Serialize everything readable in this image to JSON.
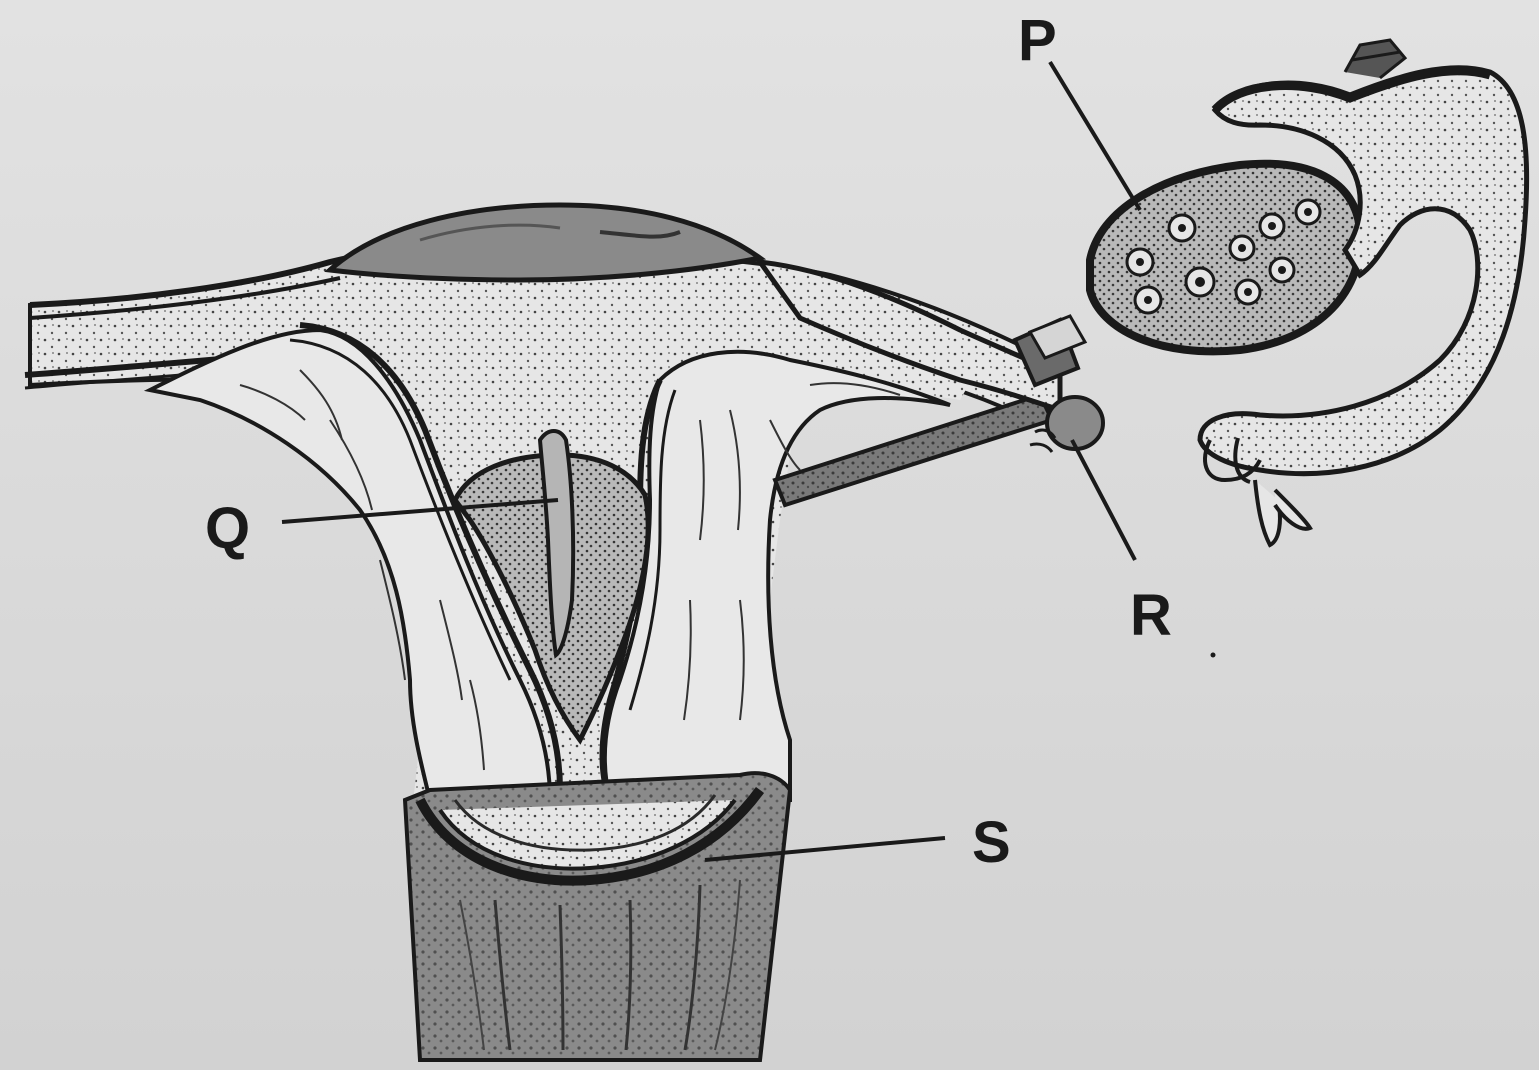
{
  "labels": {
    "p": "P",
    "q": "Q",
    "r": "R",
    "s": "S"
  },
  "colors": {
    "background": "#dcdcdc",
    "line": "#1a1a1a",
    "fill_light": "#e4e4e4",
    "fill_dark": "#6a6a6a",
    "fill_mid": "#9a9a9a"
  }
}
